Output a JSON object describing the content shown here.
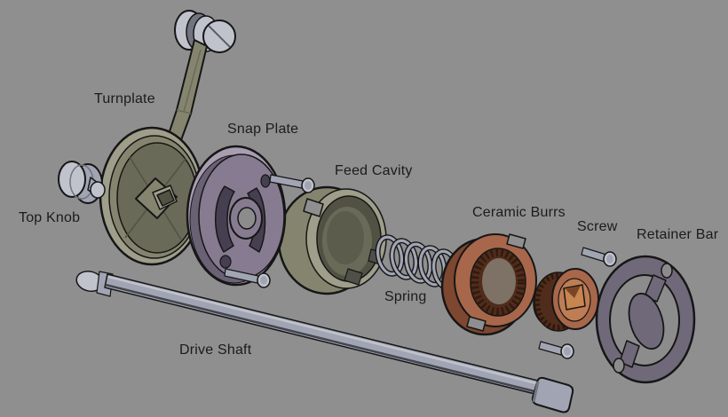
{
  "diagram": {
    "type": "exploded-assembly-diagram",
    "subject": "manual grinder parts",
    "labels": [
      {
        "id": "turnplate",
        "text": "Turnplate"
      },
      {
        "id": "snap-plate",
        "text": "Snap Plate"
      },
      {
        "id": "feed-cavity",
        "text": "Feed Cavity"
      },
      {
        "id": "top-knob",
        "text": "Top Knob"
      },
      {
        "id": "ceramic-burrs",
        "text": "Ceramic Burrs"
      },
      {
        "id": "screw",
        "text": "Screw"
      },
      {
        "id": "retainer-bar",
        "text": "Retainer Bar"
      },
      {
        "id": "spring",
        "text": "Spring"
      },
      {
        "id": "drive-shaft",
        "text": "Drive Shaft"
      }
    ]
  },
  "colors": {
    "background": "#8f8f8f",
    "label_text": "#1b1b1b",
    "outline": "#161616",
    "khaki": "#85856f",
    "khaki_light": "#9e9e8a",
    "khaki_dark": "#6a6a58",
    "khaki_deep": "#525244",
    "purple": "#867b90",
    "purple_light": "#a89db1",
    "purple_dark": "#6b6175",
    "purple_deep": "#463f51",
    "copper": "#a8674a",
    "copper_light": "#bf7d54",
    "copper_dark": "#7d4730",
    "copper_deep": "#4f2c1b",
    "steel": "#a1a5b3",
    "steel_light": "#c0c3cc",
    "steel_dark": "#70747e",
    "steel_deep": "#43464e",
    "slate": "#6f6979",
    "slate_dark": "#544f5e",
    "hole_gray": "#8c8c8c"
  }
}
